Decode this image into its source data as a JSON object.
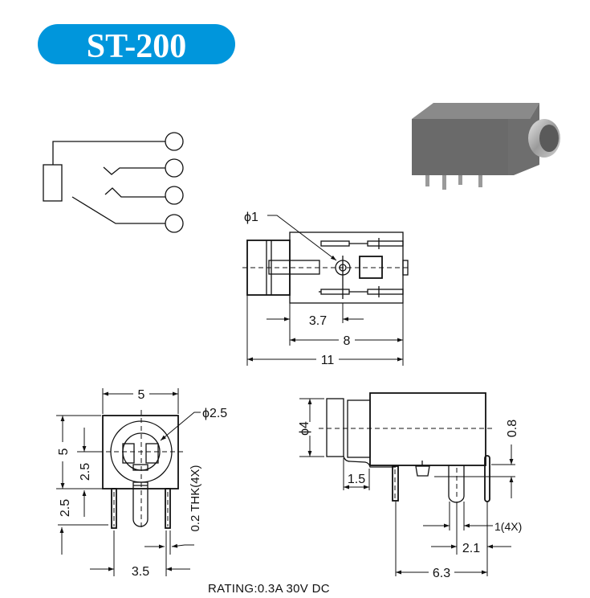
{
  "title": {
    "text": "ST-200",
    "color": "#0096dc"
  },
  "top_view": {
    "hole_label": "ϕ1",
    "dim_a": "3.7",
    "dim_b": "8",
    "dim_c": "11"
  },
  "front_view": {
    "width": "5",
    "height": "5",
    "center_height": "2.5",
    "pin_length": "2.5",
    "pin_pitch": "3.5",
    "thickness": "0.2 THK(4X)",
    "hole_label": "ϕ2.5"
  },
  "side_view": {
    "diameter": "ϕ4",
    "offset": "0.8",
    "front_depth": "1.5",
    "pin_width": "1(4X)",
    "pin_spacing": "2.1",
    "pin_span": "6.3"
  },
  "rating": "RATING:0.3A 30V DC"
}
